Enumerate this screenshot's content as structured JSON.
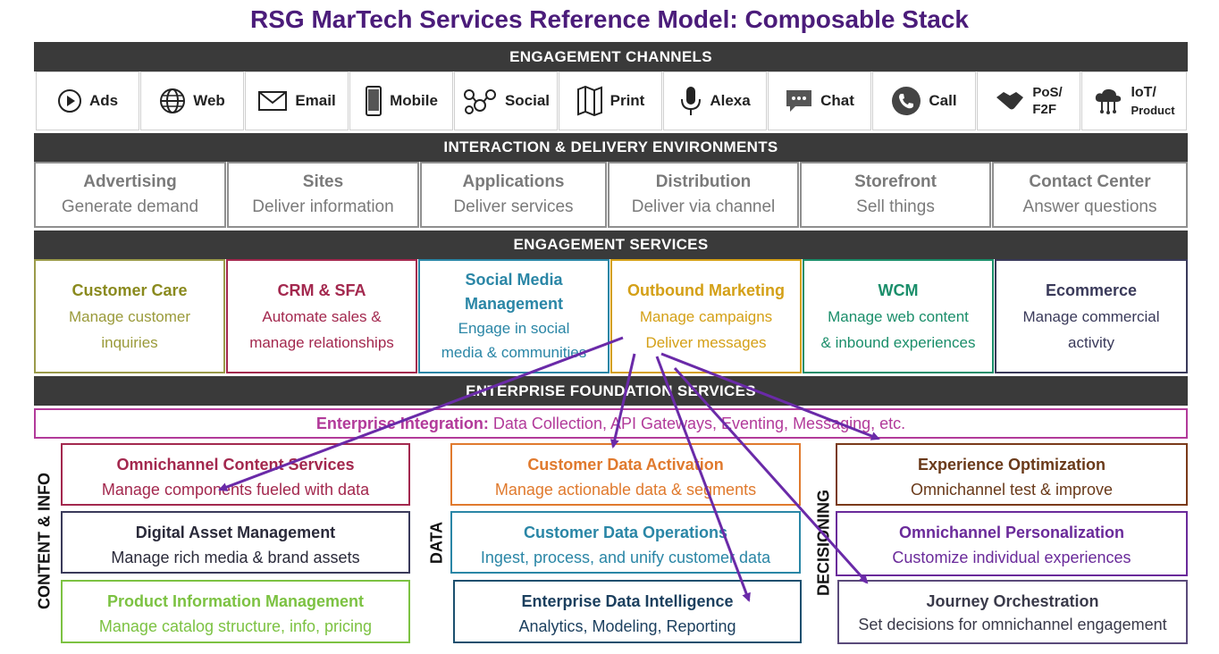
{
  "title": "RSG MarTech Services Reference Model: Composable Stack",
  "bars": {
    "channels": "ENGAGEMENT CHANNELS",
    "interaction": "INTERACTION & DELIVERY ENVIRONMENTS",
    "engagement": "ENGAGEMENT SERVICES",
    "foundation": "ENTERPRISE FOUNDATION SERVICES"
  },
  "channels": [
    {
      "label": "Ads",
      "icon": "play-icon"
    },
    {
      "label": "Web",
      "icon": "globe-icon"
    },
    {
      "label": "Email",
      "icon": "email-icon"
    },
    {
      "label": "Mobile",
      "icon": "phone-icon"
    },
    {
      "label": "Social",
      "icon": "social-icon"
    },
    {
      "label": "Print",
      "icon": "map-icon"
    },
    {
      "label": "Alexa",
      "icon": "microphone-icon"
    },
    {
      "label": "Chat",
      "icon": "chat-icon"
    },
    {
      "label": "Call",
      "icon": "call-icon"
    },
    {
      "label1": "PoS/",
      "label2": "F2F",
      "icon": "handshake-icon"
    },
    {
      "label1": "IoT/",
      "label2": "Product",
      "icon": "cloud-network-icon"
    }
  ],
  "environments": [
    {
      "title": "Advertising",
      "sub": "Generate demand"
    },
    {
      "title": "Sites",
      "sub": "Deliver information"
    },
    {
      "title": "Applications",
      "sub": "Deliver services"
    },
    {
      "title": "Distribution",
      "sub": "Deliver via channel"
    },
    {
      "title": "Storefront",
      "sub": "Sell things"
    },
    {
      "title": "Contact Center",
      "sub": "Answer questions"
    }
  ],
  "services": [
    {
      "title": "Customer Care",
      "sub1": "Manage customer",
      "sub2": "inquiries",
      "color": "#8a8a1e"
    },
    {
      "title": "CRM & SFA",
      "sub1": "Automate sales &",
      "sub2": "manage relationships",
      "color": "#a3284e"
    },
    {
      "title1": "Social Media",
      "title2": "Management",
      "sub1": "Engage in social",
      "sub2": "media & communities",
      "color": "#2a86a6"
    },
    {
      "title": "Outbound Marketing",
      "sub1": "Manage campaigns",
      "sub2": "Deliver messages",
      "color": "#d4a017"
    },
    {
      "title": "WCM",
      "sub1": "Manage web content",
      "sub2": "& inbound experiences",
      "color": "#1a8e6a"
    },
    {
      "title": "Ecommerce",
      "sub1": "Manage commercial",
      "sub2": "activity",
      "color": "#3a3a5a"
    }
  ],
  "integration": {
    "label": "Enterprise Integration:",
    "text": " Data Collection, API Gateways, Eventing, Messaging, etc."
  },
  "groups": {
    "content": "CONTENT & INFO",
    "data": "DATA",
    "decisioning": "DECISIONING"
  },
  "content": [
    {
      "title": "Omnichannel Content Services",
      "sub": "Manage components fueled with data",
      "color": "#a3284e"
    },
    {
      "title": "Digital Asset Management",
      "sub": "Manage rich media & brand assets",
      "color": "#3a3a5a"
    },
    {
      "title": "Product Information Management",
      "sub": "Manage catalog structure, info, pricing",
      "color": "#7cc242"
    }
  ],
  "data_services": [
    {
      "title": "Customer Data Activation",
      "sub": "Manage actionable data & segments",
      "color": "#e07a2e"
    },
    {
      "title": "Customer Data Operations",
      "sub": "Ingest, process, and unify customer data",
      "color": "#2a86a6"
    },
    {
      "title": "Enterprise Data Intelligence",
      "sub": "Analytics, Modeling, Reporting",
      "color": "#1b4f6e"
    }
  ],
  "decisioning": [
    {
      "title": "Experience Optimization",
      "sub": "Omnichannel test & improve",
      "color": "#7a3a1a"
    },
    {
      "title": "Omnichannel Personalization",
      "sub": "Customize individual experiences",
      "color": "#6a2a9a"
    },
    {
      "title": "Journey Orchestration",
      "sub": "Set decisions for omnichannel engagement",
      "color": "#5a4a7a"
    }
  ],
  "colors": {
    "bar": "#3a3a3a",
    "title": "#4b1c7a",
    "arrow": "#6a2aa8",
    "integration": "#b23a9a"
  }
}
